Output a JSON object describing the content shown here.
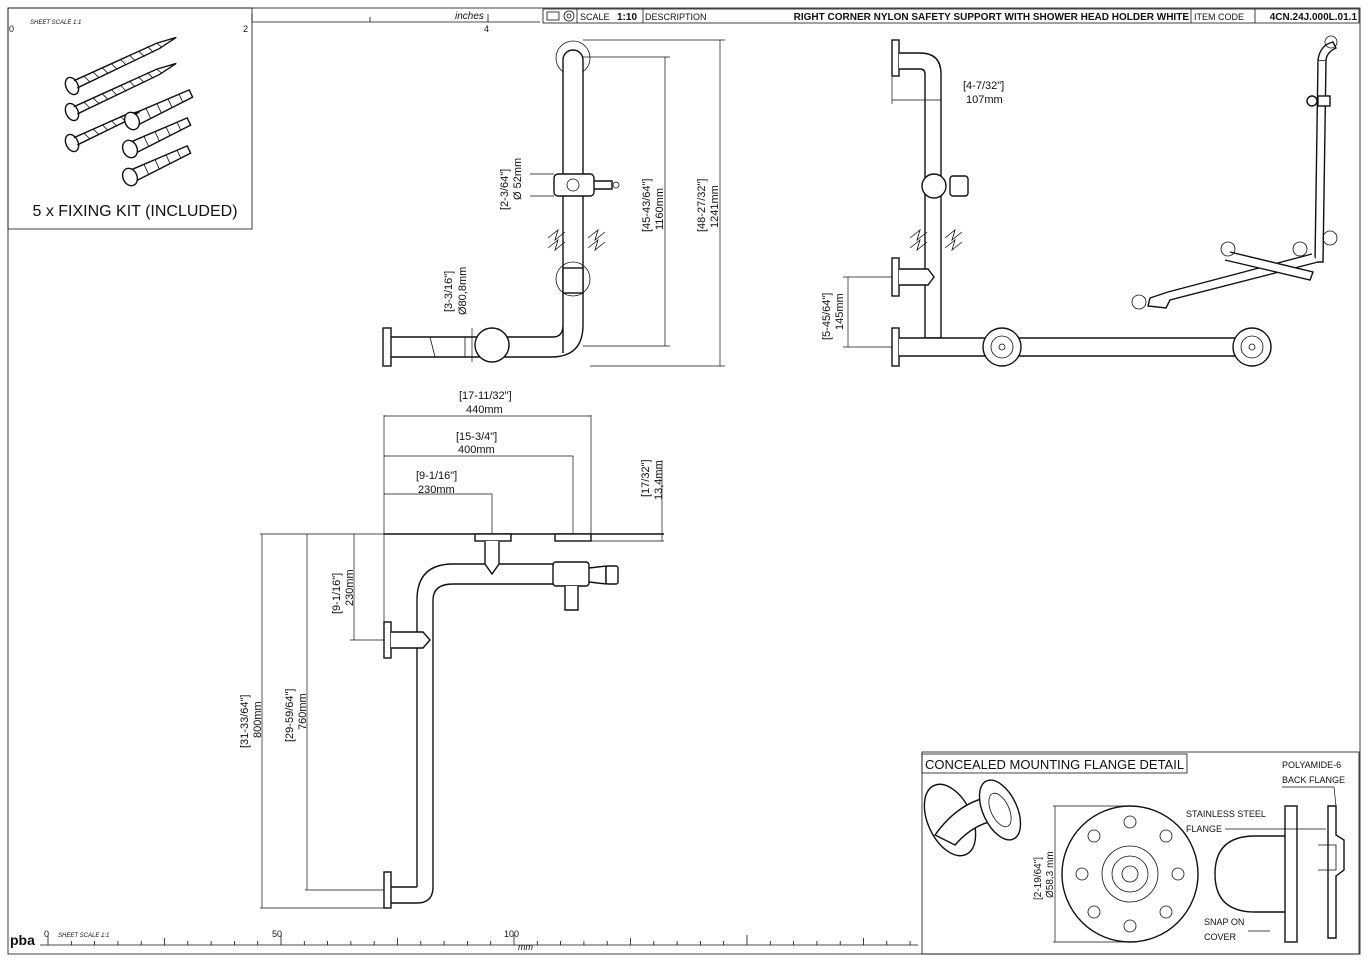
{
  "title_block": {
    "scale_label": "SCALE",
    "scale_value": "1:10",
    "description_label": "DESCRIPTION",
    "description": "RIGHT CORNER NYLON SAFETY SUPPORT WITH SHOWER HEAD HOLDER WHITE",
    "item_code_label": "ITEM CODE",
    "item_code": "4CN.24J.000L.01.1"
  },
  "top_ruler": {
    "unit": "inches",
    "ticks": [
      "0",
      "2",
      "4"
    ],
    "sheet_scale": "SHEET SCALE 1:1"
  },
  "bottom_ruler": {
    "unit": "mm",
    "ticks": [
      "0",
      "50",
      "100"
    ],
    "sheet_scale": "SHEET SCALE 1:1",
    "logo": "pba"
  },
  "fixing_kit": {
    "label": "5 x FIXING KIT (INCLUDED)"
  },
  "front_view": {
    "d_holder_in": "[2-3/64\"]",
    "d_holder_mm": "Ø 52mm",
    "d_flange_in": "[3-3/16\"]",
    "d_flange_mm": "Ø80,8mm",
    "h_inner_in": "[45-43/64\"]",
    "h_inner_mm": "1160mm",
    "h_total_in": "[48-27/32\"]",
    "h_total_mm": "1241mm"
  },
  "side_view": {
    "offset_in": "[4-7/32\"]",
    "offset_mm": "107mm",
    "rise_in": "[5-45/64\"]",
    "rise_mm": "145mm"
  },
  "plan_view": {
    "w_total_in": "[17-11/32\"]",
    "w_total_mm": "440mm",
    "w_400_in": "[15-3/4\"]",
    "w_400_mm": "400mm",
    "w_230_in": "[9-1/16\"]",
    "w_230_mm": "230mm",
    "depth_in": "[17/32\"]",
    "depth_mm": "13,4mm",
    "v230_in": "[9-1/16\"]",
    "v230_mm": "230mm",
    "v760_in": "[29-59/64\"]",
    "v760_mm": "760mm",
    "v800_in": "[31-33/64\"]",
    "v800_mm": "800mm"
  },
  "flange_detail": {
    "title": "CONCEALED MOUNTING FLANGE DETAIL",
    "polyamide": "POLYAMIDE-6",
    "back_flange": "BACK FLANGE",
    "stainless": "STAINLESS STEEL",
    "flange": "FLANGE",
    "snap_on": "SNAP ON",
    "cover": "COVER",
    "dia_in": "[2-19/64\"]",
    "dia_mm": "Ø58,3 mm"
  }
}
